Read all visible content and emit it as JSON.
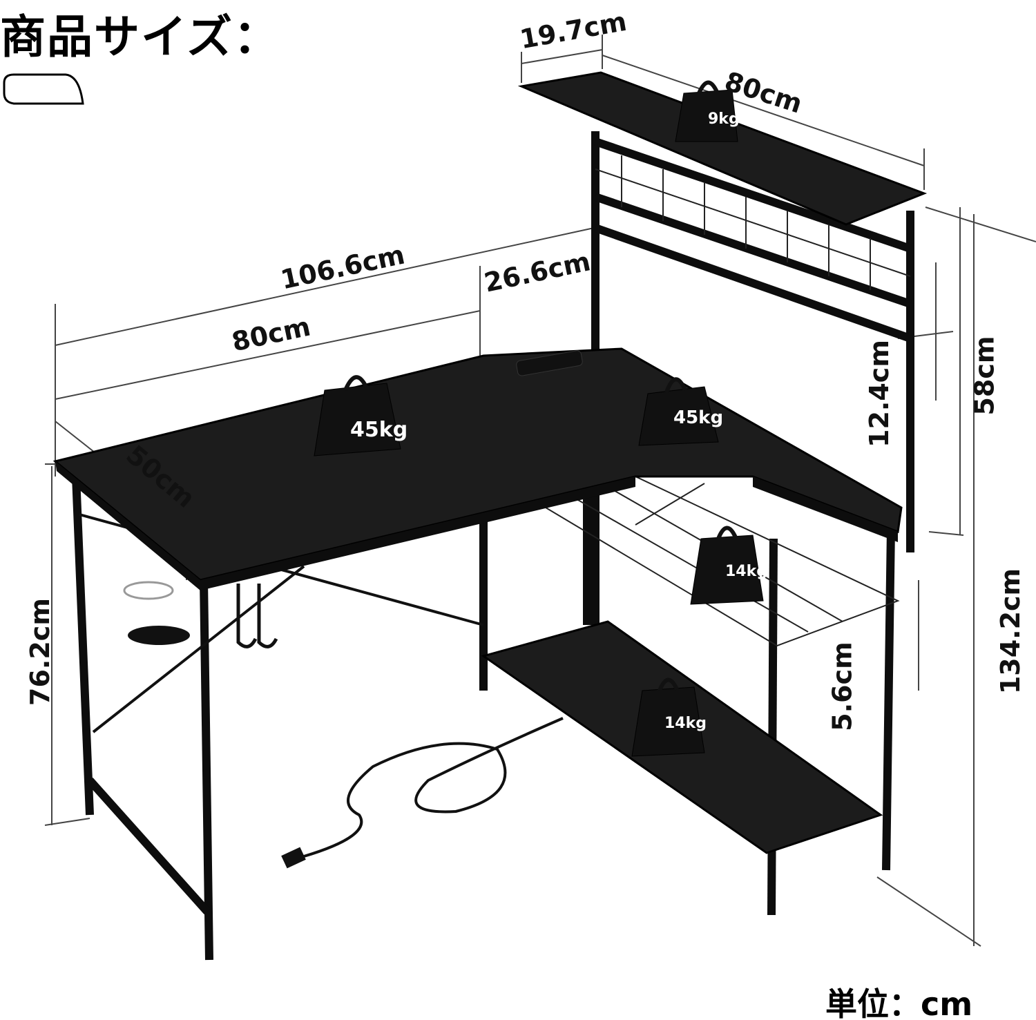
{
  "title": "商品サイズ：",
  "unit_label": "単位：cm",
  "dimensions": {
    "shelf_depth": "19.7cm",
    "shelf_width": "80cm",
    "total_width": "106.6cm",
    "return_width": "26.6cm",
    "main_width": "80cm",
    "depth": "50cm",
    "hutch_gap": "12.4cm",
    "hutch_height": "58cm",
    "total_height": "134.2cm",
    "desk_height": "76.2cm",
    "basket_height": "5.6cm"
  },
  "weights": {
    "top_shelf": "9kg",
    "desk_left": "45kg",
    "desk_right": "45kg",
    "basket": "14kg",
    "lower_shelf": "14kg"
  },
  "colors": {
    "desk": "#1c1c1c",
    "frame": "#0d0d0d",
    "line": "#555555"
  }
}
